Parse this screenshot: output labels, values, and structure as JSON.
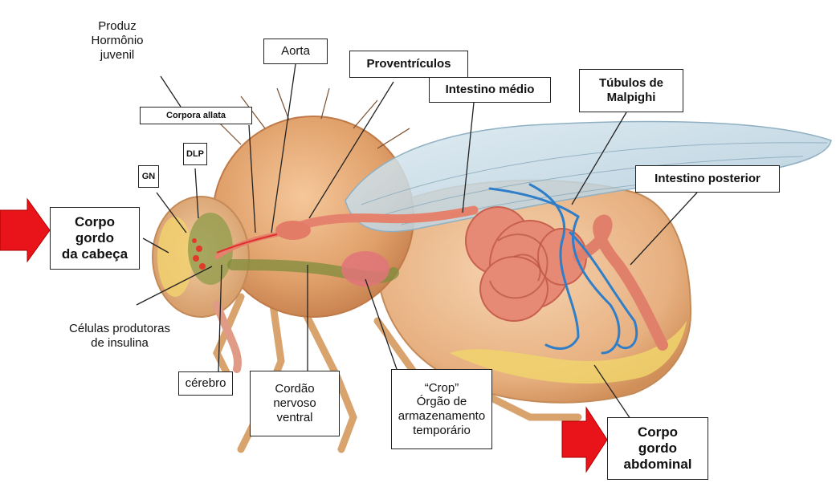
{
  "labels": {
    "hormonio": "Produz\nHormônio\njuvenil",
    "corpora_allata": "Corpora allata",
    "aorta": "Aorta",
    "proventriculos": "Proventrículos",
    "intestino_medio": "Intestino médio",
    "tubulos": "Túbulos de\nMalpighi",
    "intestino_posterior": "Intestino posterior",
    "gn": "GN",
    "dlp": "DLP",
    "corpo_gordo_cabeca": "Corpo\ngordo\nda cabeça",
    "celulas_insulina": "Células produtoras\nde insulina",
    "cerebro": "cérebro",
    "cordao": "Cordão\nnervoso\nventral",
    "crop": "“Crop”\nÓrgão de\narmazenamento\ntemporário",
    "corpo_gordo_abdominal": "Corpo\ngordo\nabdominal"
  },
  "colors": {
    "arrow": "#e8141a",
    "gut": "#e4826e",
    "tubules": "#2e7ec9",
    "fat_body": "#f2d56a",
    "wing": "#c9dde8",
    "nerve": "#7a8a3a"
  }
}
